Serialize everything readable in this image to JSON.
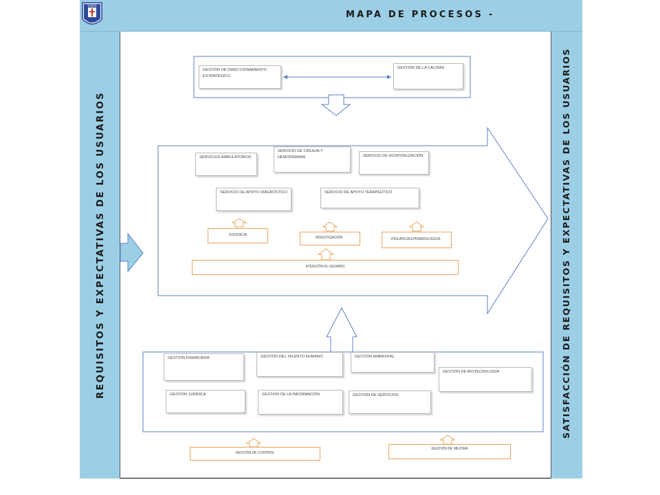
{
  "header": {
    "title": "MAPA DE PROCESOS -"
  },
  "logo": {
    "text": "SANTA"
  },
  "sidebar_left": {
    "label": "REQUISITOS Y EXPECTATIVAS DE LOS USUARIOS"
  },
  "sidebar_right": {
    "label": "SATISFACCIÓN DE REQUISITOS Y EXPECTATIVAS DE LOS USUARIOS"
  },
  "strategic": {
    "direccionamiento": "GESTIÓN DE DIRECCIONAMIENTO ESTRATÉGICO",
    "calidad": "GESTIÓN DE LA CALIDAD"
  },
  "missional": {
    "ambulatorios": "SERVICIOS AMBULATORIOS",
    "cirugia": "SERVICIO DE CIRUGIA Y HEMODINAMIA",
    "hospitalizacion": "SERVICIO DE HOSPITALIZACIÓN",
    "apoyo_diagnostico": "SERVICIO DE APOYO DIAGNÓSTICO",
    "apoyo_terapeutico": "SERVICIO DE APOYO TERAPEÚTICO",
    "docencia": "DOCENCIA",
    "investigacion": "INVESTIGACIÓN",
    "vigilancia": "VIGILANCIA EPIDEMIOLOGICA",
    "atencion": "ATENCIÓN AL USUARIO"
  },
  "support": {
    "financiera": "GESTION FINANCIERA",
    "talento": "GESTIÓN DEL TALENTO HUMANO",
    "ambiental": "GESTIÓN AMBIENTAL",
    "biotecnologia": "GESTIÓN DE BIOTECNOLOGÍA",
    "juridica": "GESTIÓN JURIDICA",
    "informacion": "GESTION DE LA INFORMACIÓN",
    "servicios": "GESTION DE SERVICIOS"
  },
  "evaluation": {
    "control": "GESTIÓN DE CONTROL",
    "mejora": "GESTIÓN DE MEJORA"
  },
  "colors": {
    "panel_blue": "#9ccfe6",
    "arrow_blue": "#5b7fc4",
    "orange": "#e8a35a"
  }
}
